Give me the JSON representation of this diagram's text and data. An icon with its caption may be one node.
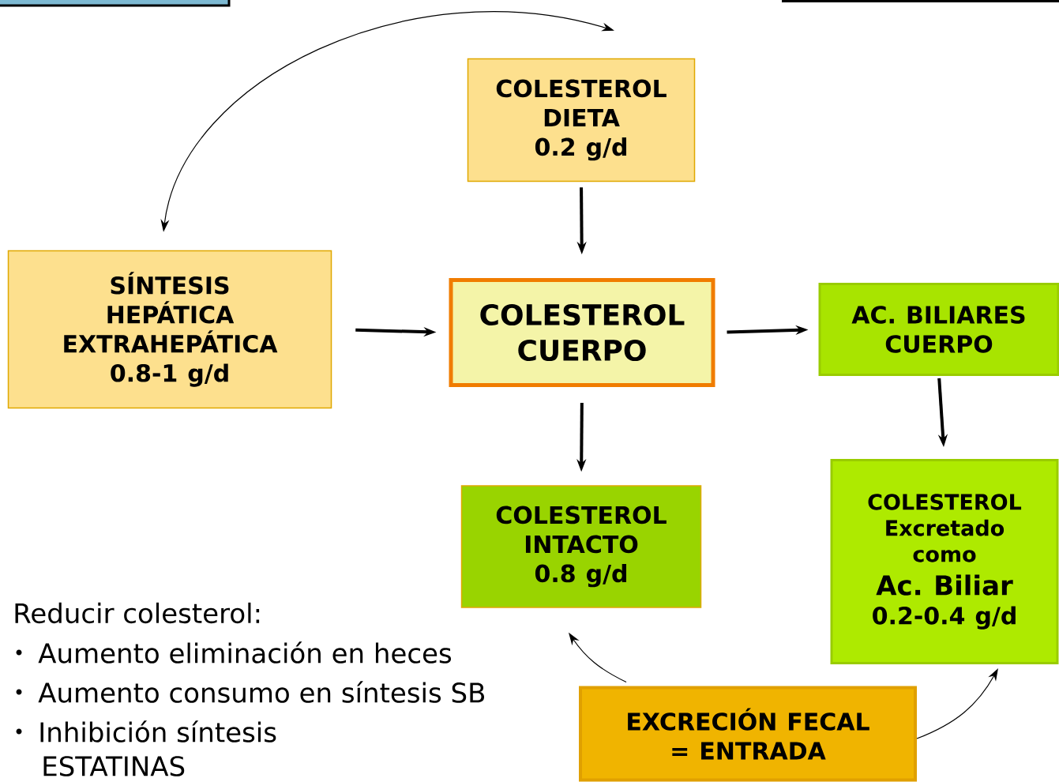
{
  "diagram": {
    "nodes": [
      {
        "text": [
          "COLESTEROL DIETA",
          "0.2 g/d"
        ]
      },
      {
        "text": [
          "SÍNTESIS HEPÁTICA EXTRAHEPÁTICA",
          "0.8-1 g/d"
        ]
      },
      {
        "text": [
          "COLESTEROL CUERPO"
        ]
      },
      {
        "text": [
          "AC. BILIARES CUERPO"
        ]
      },
      {
        "text": [
          "COLESTEROL INTACTO",
          "0.8 g/d"
        ]
      },
      {
        "text": [
          "COLESTEROL Excretado como",
          "Ac. Biliar",
          "0.2-0.4 g/d"
        ]
      },
      {
        "text": [
          "EXCRECIÓN FECAL = ENTRADA"
        ]
      }
    ],
    "edges": [
      {
        "from": 1,
        "to": 0,
        "arrow": "both"
      },
      {
        "from": 0,
        "to": 2,
        "arrow": "to"
      },
      {
        "from": 1,
        "to": 2,
        "arrow": "to"
      },
      {
        "from": 2,
        "to": 3,
        "arrow": "to"
      },
      {
        "from": 2,
        "to": 4,
        "arrow": "to"
      },
      {
        "from": 3,
        "to": 5,
        "arrow": "to"
      },
      {
        "from": 6,
        "to": 4,
        "arrow": "to"
      },
      {
        "from": 6,
        "to": 5,
        "arrow": "to"
      }
    ],
    "labels": [
      "Reducir colesterol:",
      "Aumento eliminación en heces",
      "Aumento consumo en síntesis SB",
      "Inhibición síntesis",
      "ESTATINAS"
    ]
  }
}
